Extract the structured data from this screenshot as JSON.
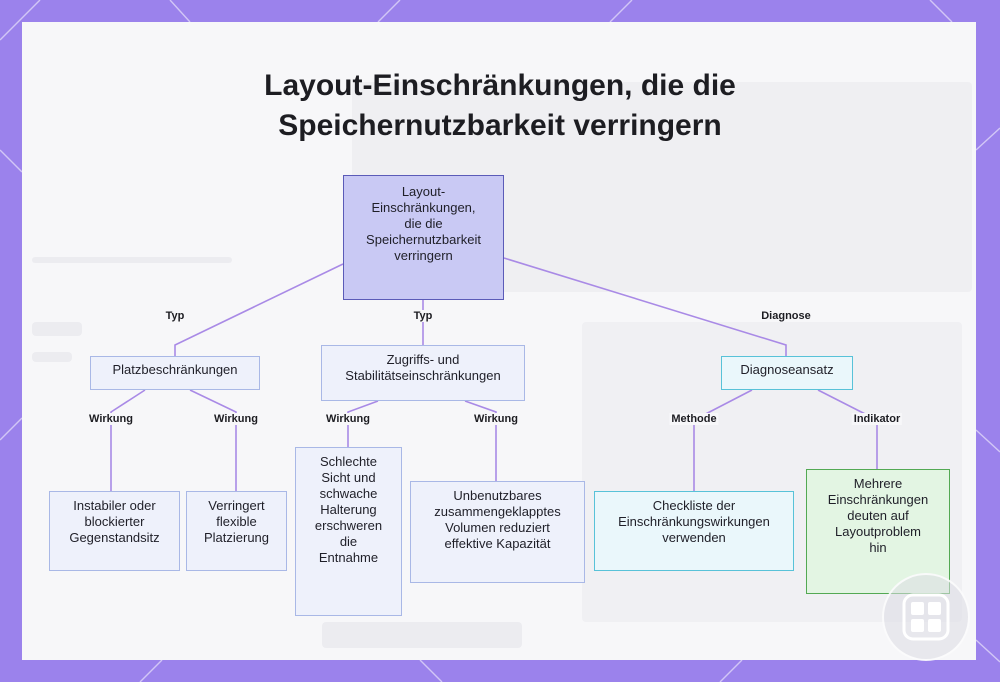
{
  "title": {
    "line1": "Layout-Einschränkungen, die die",
    "line2": "Speichernutzbarkeit verringern"
  },
  "nodes": {
    "root": [
      "Layout-",
      "Einschränkungen,",
      "die die",
      "Speichernutzbarkeit",
      "verringern"
    ],
    "space": [
      "Platzbeschränkungen"
    ],
    "access": [
      "Zugriffs- und",
      "Stabilitätseinschränkungen"
    ],
    "diagnosis": [
      "Diagnoseansatz"
    ],
    "unstable": [
      "Instabiler oder",
      "blockierter",
      "Gegenstandsitz"
    ],
    "flexible": [
      "Verringert",
      "flexible",
      "Platzierung"
    ],
    "visibility": [
      "Schlechte",
      "Sicht und",
      "schwache",
      "Halterung",
      "erschweren",
      "die",
      "Entnahme"
    ],
    "volume": [
      "Unbenutzbares",
      "zusammengeklapptes",
      "Volumen reduziert",
      "effektive Kapazität"
    ],
    "checklist": [
      "Checkliste der",
      "Einschränkungswirkungen",
      "verwenden"
    ],
    "multiple": [
      "Mehrere",
      "Einschränkungen",
      "deuten auf",
      "Layoutproblem",
      "hin"
    ]
  },
  "edge_labels": {
    "typ_left": "Typ",
    "typ_mid": "Typ",
    "diagnose": "Diagnose",
    "wirkung_1": "Wirkung",
    "wirkung_2": "Wirkung",
    "wirkung_3": "Wirkung",
    "wirkung_4": "Wirkung",
    "methode": "Methode",
    "indikator": "Indikator"
  },
  "colors": {
    "background": "#9b82ec",
    "edge": "#a98ae6",
    "root_fill": "#c9c9f4",
    "cyan_border": "#58c2d8",
    "green_border": "#53a953"
  }
}
